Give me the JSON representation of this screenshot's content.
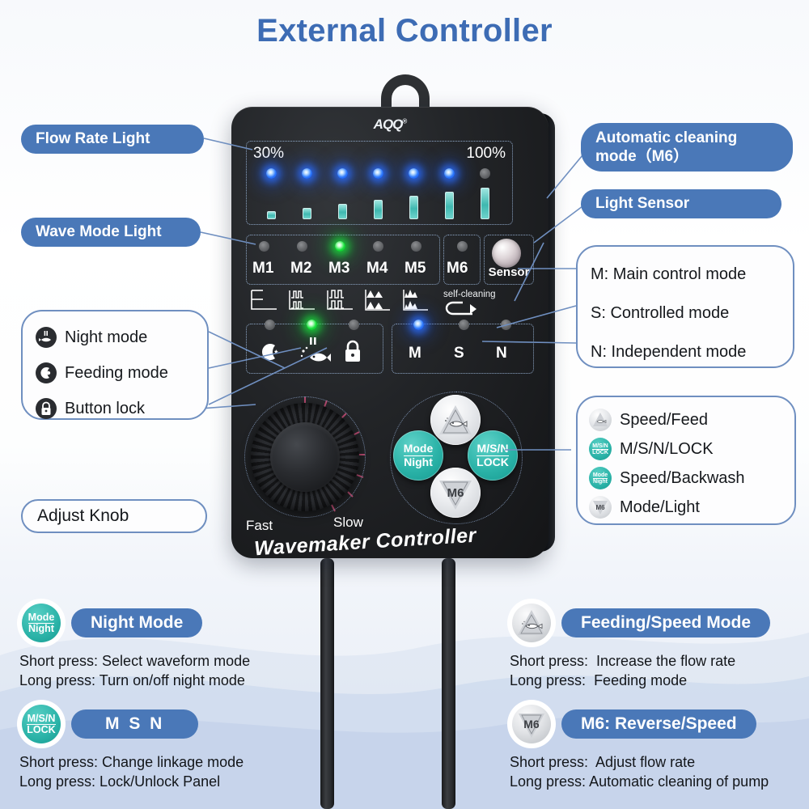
{
  "title": "External Controller",
  "theme": {
    "accent": "#4a78b8",
    "title_color": "#3d6cb4",
    "teal": "#2bb3a8",
    "outline": "#6f8fc0"
  },
  "device": {
    "logo": "AQQ",
    "logo_reg": "®",
    "brand_label": "Wavemaker Controller",
    "knob": {
      "fast_label": "Fast",
      "slow_label": "Slow"
    },
    "flow": {
      "min_label": "30%",
      "max_label": "100%",
      "leds": [
        "on",
        "on",
        "on",
        "on",
        "on",
        "on",
        "off"
      ],
      "bar_heights": [
        10,
        14,
        19,
        24,
        29,
        34,
        39
      ]
    },
    "modes": {
      "labels": [
        "M1",
        "M2",
        "M3",
        "M4",
        "M5",
        "M6"
      ],
      "leds": [
        "off",
        "off",
        "on",
        "off",
        "off",
        "off"
      ],
      "active": "M3",
      "self_cleaning_label": "self-cleaning",
      "sensor_label": "Sensor"
    },
    "function_row": {
      "icons": [
        "night-mode",
        "feeding-mode",
        "button-lock"
      ],
      "leds": [
        "off",
        "on",
        "off"
      ]
    },
    "linkage_row": {
      "labels": [
        "M",
        "S",
        "N"
      ],
      "leds": [
        "on",
        "off",
        "off"
      ],
      "active": "M"
    },
    "buttons": {
      "up": {
        "label": "",
        "icon": "triangle-up-fish",
        "style": "silver"
      },
      "left": {
        "line1": "Mode",
        "line2": "Night",
        "style": "teal"
      },
      "right": {
        "line1": "M/S/N",
        "line2": "LOCK",
        "style": "teal"
      },
      "down": {
        "label": "M6",
        "icon": "triangle-down",
        "style": "silver"
      }
    }
  },
  "callouts": {
    "flow_rate_light": "Flow Rate Light",
    "wave_mode_light": "Wave Mode Light",
    "adjust_knob": "Adjust Knob",
    "auto_cleaning": "Automatic cleaning\nmode（M6）",
    "light_sensor": "Light Sensor"
  },
  "mode_box": {
    "items": [
      {
        "icon": "fish-icon",
        "label": "Night mode"
      },
      {
        "icon": "moon-icon",
        "label": "Feeding mode"
      },
      {
        "icon": "lock-icon",
        "label": "Button lock"
      }
    ]
  },
  "msn_box": {
    "items": [
      "M: Main control mode",
      "S: Controlled mode",
      "N: Independent mode"
    ]
  },
  "legend_box": {
    "items": [
      {
        "icon": "triangle-up-fish-icon",
        "style": "silver",
        "label": "Speed/Feed"
      },
      {
        "icon": "msn-lock-icon",
        "style": "teal",
        "top": "M/S/N",
        "bottom": "LOCK",
        "label": "M/S/N/LOCK"
      },
      {
        "icon": "mode-night-icon",
        "style": "teal",
        "top": "Mode",
        "bottom": "Night",
        "label": "Speed/Backwash"
      },
      {
        "icon": "m6-icon",
        "style": "silver",
        "mini_label": "M6",
        "label": "Mode/Light"
      }
    ]
  },
  "instructions": [
    {
      "id": "night-mode",
      "badge_style": "teal",
      "badge_top": "Mode",
      "badge_bottom": "Night",
      "title": "Night Mode",
      "lines": "Short press: Select waveform mode\nLong press: Turn on/off night mode"
    },
    {
      "id": "msn",
      "badge_style": "teal",
      "badge_top": "M/S/N",
      "badge_bottom": "LOCK",
      "title": "M S N",
      "lines": "Short press: Change linkage mode\nLong press: Lock/Unlock Panel"
    },
    {
      "id": "feeding-speed",
      "badge_style": "silver",
      "badge_icon": "triangle-up-fish-icon",
      "title": "Feeding/Speed Mode",
      "lines": "Short press:  Increase the flow rate\nLong press:  Feeding mode"
    },
    {
      "id": "m6-reverse",
      "badge_style": "silver",
      "badge_icon": "m6-triangle-down-icon",
      "badge_label": "M6",
      "title": "M6: Reverse/Speed",
      "lines": "Short press:  Adjust flow rate\nLong press: Automatic cleaning of pump"
    }
  ]
}
